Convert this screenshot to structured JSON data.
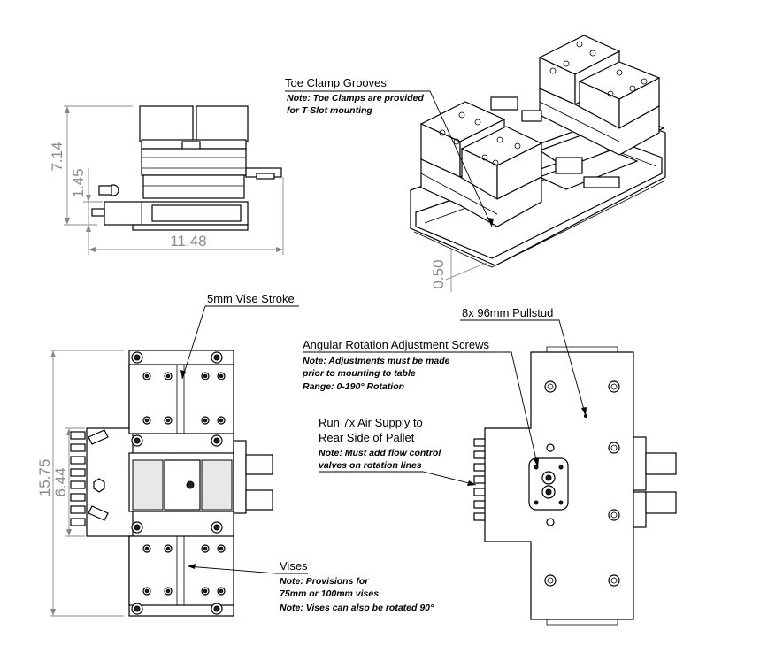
{
  "dimensions": {
    "side_height": "7.14",
    "side_sub_height": "1.45",
    "side_width": "11.48",
    "iso_offset": "0.50",
    "top_height": "15.75",
    "top_sub_height": "6.44"
  },
  "callouts": {
    "toe_clamp": {
      "title": "Toe Clamp Grooves",
      "note1": "Note: Toe Clamps are provided",
      "note2": "for T-Slot mounting"
    },
    "vise_stroke": {
      "title": "5mm Vise Stroke"
    },
    "pullstud": {
      "title": "8x 96mm Pullstud"
    },
    "angular": {
      "title": "Angular Rotation Adjustment Screws",
      "note1": "Note: Adjustments must be made",
      "note2": "prior to mounting to table",
      "note3": "Range: 0-190° Rotation"
    },
    "air": {
      "title1": "Run 7x Air Supply to",
      "title2": "Rear Side of Pallet",
      "note1": "Note: Must add flow control",
      "note2": "valves on rotation lines"
    },
    "vises": {
      "title": "Vises",
      "note1": "Note: Provisions for",
      "note2": "75mm or 100mm vises",
      "note3": "Note: Vises can also be rotated 90°"
    }
  }
}
